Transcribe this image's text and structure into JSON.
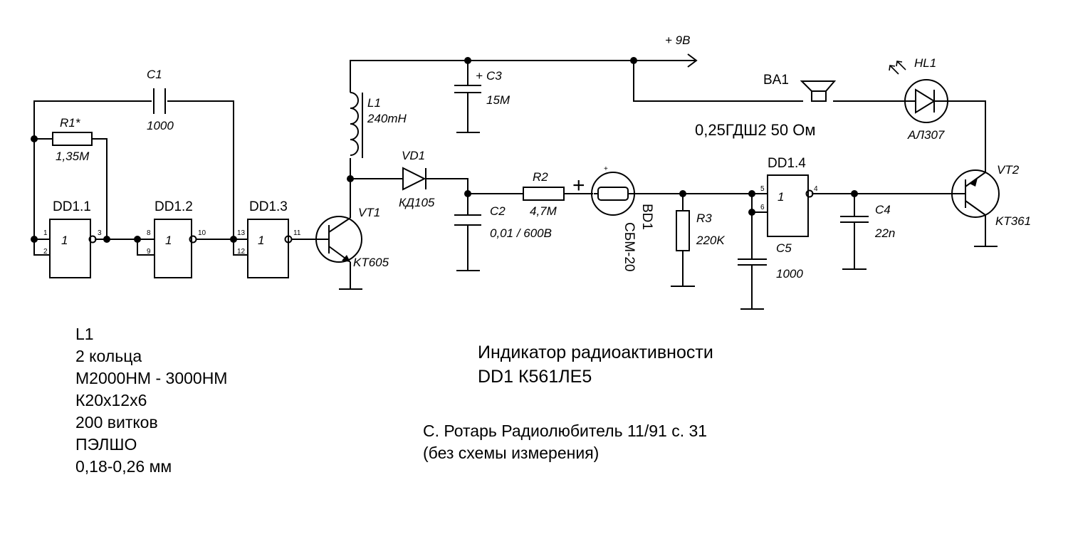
{
  "supply": "+ 9В",
  "gates": [
    {
      "ref": "DD1.1",
      "sym": "1",
      "pins": [
        "1",
        "2",
        "3"
      ]
    },
    {
      "ref": "DD1.2",
      "sym": "1",
      "pins": [
        "8",
        "9",
        "10"
      ]
    },
    {
      "ref": "DD1.3",
      "sym": "1",
      "pins": [
        "13",
        "12",
        "11"
      ]
    },
    {
      "ref": "DD1.4",
      "sym": "1",
      "pins": [
        "5",
        "6",
        "4"
      ]
    }
  ],
  "components": {
    "c1": {
      "ref": "C1",
      "value": "1000"
    },
    "r1": {
      "ref": "R1*",
      "value": "1,35M"
    },
    "l1": {
      "ref": "L1",
      "value": "240mH"
    },
    "c3": {
      "ref": "C3",
      "value": "15M",
      "polarity": "+"
    },
    "vd1": {
      "ref": "VD1",
      "value": "КД105"
    },
    "vt1": {
      "ref": "VT1",
      "value": "KT605"
    },
    "c2": {
      "ref": "C2",
      "value": "0,01 / 600B"
    },
    "r2": {
      "ref": "R2",
      "value": "4,7M"
    },
    "bd1": {
      "ref": "BD1",
      "value": "СБМ-20",
      "plus": "+",
      "small_plus": "+"
    },
    "r3": {
      "ref": "R3",
      "value": "220K"
    },
    "c5": {
      "ref": "C5",
      "value": "1000"
    },
    "c4": {
      "ref": "C4",
      "value": "22n"
    },
    "vt2": {
      "ref": "VT2",
      "value": "KT361"
    },
    "ba1": {
      "ref": "BA1",
      "value": "0,25ГДШ2  50 Ом"
    },
    "hl1": {
      "ref": "HL1",
      "value": "АЛ307"
    }
  },
  "coil_notes": [
    "L1",
    "2 кольца",
    "М2000НМ - 3000НМ",
    "К20х12х6",
    "200 витков",
    "ПЭЛШО",
    "0,18-0,26 мм"
  ],
  "title_notes": [
    "Индикатор радиоактивности",
    "DD1 К561ЛЕ5"
  ],
  "source_notes": [
    "С. Ротарь Радиолюбитель 11/91 с. 31",
    "(без схемы измерения)"
  ]
}
